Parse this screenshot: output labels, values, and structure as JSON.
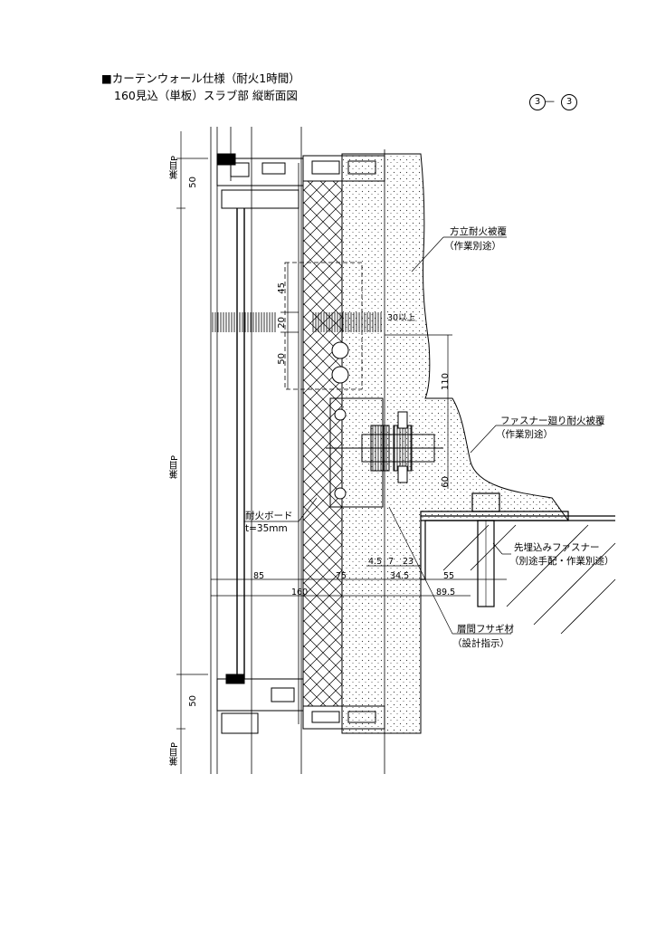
{
  "title": {
    "line1": "■カーテンウォール仕様（耐火1時間）",
    "line2": "160見込（単板）スラブ部 縦断面図"
  },
  "ref": {
    "a": "3",
    "sep": "—",
    "b": "3"
  },
  "callouts": {
    "column_fireproof": "方立耐火被覆",
    "column_fireproof_note": "（作業別途）",
    "fastener_fireproof": "ファスナー廻り耐火被覆",
    "fastener_fireproof_note": "（作業別途）",
    "fire_board": "耐火ボード",
    "fire_board_note": "t=35mm",
    "embedded_fastener": "先埋込みファスナー",
    "embedded_fastener_note": "（別途手配・作業別途）",
    "floor_seal": "層間フサギ材",
    "floor_seal_note": "（設計指示）"
  },
  "dimensions": {
    "mullion_pitch_top": "兼目P",
    "mullion_pitch_mid": "兼目P",
    "mullion_pitch_bottom": "兼目P",
    "d50_top": "50",
    "d50_bottom": "50",
    "d45": "45",
    "d20": "20",
    "d50_mid": "50",
    "d30": "30以上",
    "d110": "110",
    "d60": "60",
    "d85": "85",
    "d75": "75",
    "d160": "160",
    "d4_5": "4.5",
    "d7": "7",
    "d23": "23",
    "d34_5": "34.5",
    "d55": "55",
    "d89_5": "89.5"
  },
  "colors": {
    "line": "#000000",
    "paper": "#ffffff",
    "dots": "#333333"
  }
}
